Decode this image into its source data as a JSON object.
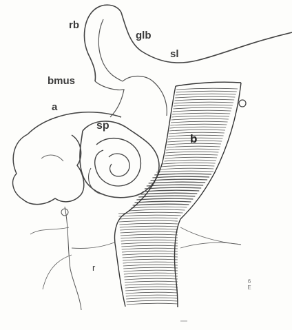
{
  "labels": {
    "rb": "rb",
    "glb": "glb",
    "sl": "sl",
    "bmus": "bmus",
    "a": "a",
    "sp": "sp",
    "b": "b",
    "r": "r"
  },
  "scale_mark": "6E",
  "colors": {
    "ink": "#3a3a3a",
    "paper": "#fdfdfb",
    "hatch": "#555555"
  }
}
